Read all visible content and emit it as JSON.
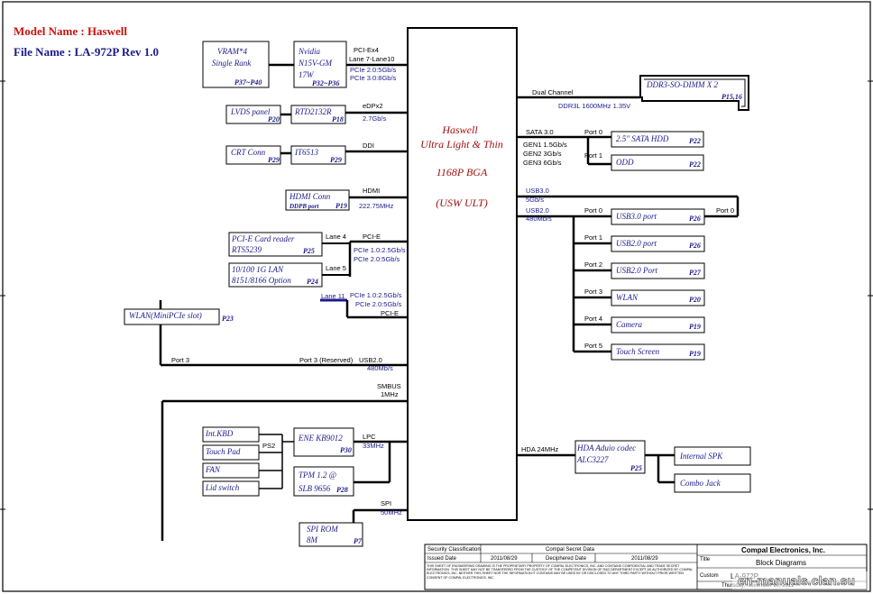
{
  "header": {
    "model_label": "Model Name : Haswell",
    "file_label": "File Name : LA-972P Rev 1.0"
  },
  "cpu": {
    "line1": "Haswell",
    "line2": "Ultra Light & Thin",
    "line3": "1168P BGA",
    "line4": "(USW ULT)"
  },
  "blocks": {
    "vram": {
      "l1": "VRAM*4",
      "l2": "Single Rank",
      "page": "P37~P40"
    },
    "nvidia": {
      "l1": "Nvidia",
      "l2": "N15V-GM",
      "l3": "17W",
      "page": "P32~P36"
    },
    "lvds": {
      "l1": "LVDS panel",
      "page": "P20"
    },
    "rtd": {
      "l1": "RTD2132R",
      "page": "P18"
    },
    "crt": {
      "l1": "CRT Conn",
      "page": "P29"
    },
    "it6513": {
      "l1": "IT6513",
      "page": "P29"
    },
    "hdmi": {
      "l1": "HDMI Conn",
      "l2": "DDPB port",
      "page": "P19"
    },
    "cardreader": {
      "l1": "PCI-E Card reader",
      "l2": "RTS5239",
      "page": "P25"
    },
    "lan": {
      "l1": "10/100 1G LAN",
      "l2": "8151/8166 Option",
      "page": "P24"
    },
    "wlan_slot": {
      "l1": "WLAN(MiniPCIe slot)",
      "page": "P23"
    },
    "ddr": {
      "l1": "DDR3-SO-DIMM X 2",
      "page": "P15,16"
    },
    "hdd": {
      "l1": "2.5\" SATA HDD",
      "page": "P22"
    },
    "odd": {
      "l1": "ODD",
      "page": "P22"
    },
    "usb30": {
      "l1": "USB3.0 port",
      "page": "P26"
    },
    "usb20a": {
      "l1": "USB2.0 port",
      "page": "P26"
    },
    "usb20b": {
      "l1": "USB2.0 Port",
      "page": "P27"
    },
    "wlan": {
      "l1": "WLAN",
      "page": "P20"
    },
    "camera": {
      "l1": "Camera",
      "page": "P19"
    },
    "touch": {
      "l1": "Touch Screen",
      "page": "P19"
    },
    "intkbd": {
      "l1": "Int.KBD"
    },
    "touchpad": {
      "l1": "Touch Pad"
    },
    "fan": {
      "l1": "FAN"
    },
    "lid": {
      "l1": "Lid switch"
    },
    "ene": {
      "l1": "ENE KB9012",
      "page": "P30"
    },
    "tpm": {
      "l1": "TPM 1.2 @",
      "l2": "SLB 9656",
      "page": "P28"
    },
    "spirom": {
      "l1": "SPI ROM",
      "l2": "8M",
      "page": "P7"
    },
    "hda_codec": {
      "l1": "HDA Aduio codec",
      "l2": "ALC3227",
      "page": "P25"
    },
    "spk": {
      "l1": "Internal SPK"
    },
    "combo": {
      "l1": "Combo Jack"
    }
  },
  "buses": {
    "pcie_x4": "PCI-Ex4",
    "lane7_10": "Lane 7-Lane10",
    "pcie20": "PCIe 2.0:5Gb/s",
    "pcie30": "PCIe 3.0:8Gb/s",
    "edpx2": "eDPx2",
    "edp_rate": "2.7Gb/s",
    "ddi": "DDI",
    "hdmi": "HDMI",
    "hdmi_rate": "222.75MHz",
    "pcie_e": "PCI-E",
    "lane4": "Lane 4",
    "lane5": "Lane 5",
    "pcie10_a": "PCIe 1.0:2.5Gb/s",
    "pcie20_a": "PCIe 2.0:5Gb/s",
    "lane11": "Lane 11",
    "pcie10_b": "PCIe 1.0:2.5Gb/s",
    "pcie20_b": "PCIe 2.0:5Gb/s",
    "pcie_e2": "PCI-E",
    "port3": "Port 3",
    "port3_reserved": "Port 3 (Reserved)",
    "usb20_bus": "USB2.0",
    "usb20_rate": "480Mb/s",
    "smbus": "SMBUS",
    "smbus_rate": "1MHz",
    "ps2": "PS2",
    "lpc": "LPC",
    "lpc_rate": "33MHz",
    "spi": "SPI",
    "spi_rate": "50MHz",
    "dual_channel": "Dual Channel",
    "ddr_rate": "DDR3L 1600MHz 1.35V",
    "sata": "SATA 3.0",
    "gen1": "GEN1 1.5Gb/s",
    "gen2": "GEN2 3Gb/s",
    "gen3": "GEN3 6Gb/s",
    "sata_port0": "Port 0",
    "sata_port1": "Port 1",
    "usb30_bus": "USB3.0",
    "usb30_rate": "5Gb/s",
    "usb20_bus2": "USB2.0",
    "usb20_rate2": "480Mb/s",
    "usb_port0": "Port 0",
    "usb_port0_right": "Port 0",
    "usb_port1": "Port 1",
    "usb_port2": "Port 2",
    "usb_port3": "Port 3",
    "usb_port4": "Port 4",
    "usb_port5": "Port 5",
    "hda": "HDA 24MHz"
  },
  "title_block": {
    "security": "Security Classification",
    "secret": "Compal Secret Data",
    "issued": "Issued Date",
    "issued_date": "2011/08/29",
    "deciphered": "Deciphered Date",
    "deciphered_date": "2011/08/29",
    "company": "Compal Electronics, Inc.",
    "title_lbl": "Title",
    "doc_title": "Block Diagrams",
    "size_lbl": "Custom",
    "doc_no": "LA-972P",
    "legal": "THIS SHEET OF ENGINEERING DRAWING IS THE PROPRIETARY PROPERTY OF COMPAL ELECTRONICS, INC. AND CONTAINS CONFIDENTIAL AND TRADE SECRET INFORMATION. THIS SHEET MAY NOT BE TRANSFERED FROM THE CUSTODY OF THE COMPETENT DIVISION OF R&D DEPARTMENT EXCEPT AS AUTHORIZED BY COMPAL ELECTRONICS, INC. NEITHER THIS SHEET NOR THE INFORMATION IT CONTAINS MAY BE USED BY OR DISCLOSED TO ANY THIRD PARTY WITHOUT PRIOR WRITTEN CONSENT OF COMPAL ELECTRONICS, INC.",
    "date_lbl": "Thursday, November 10, 2011"
  },
  "watermark": "en-manuals.clan.su",
  "colors": {
    "header_red": "#cc1111",
    "header_blue": "#1a1a8c",
    "cpu_red": "#a01010",
    "bus_blue": "#1a1a8c"
  }
}
